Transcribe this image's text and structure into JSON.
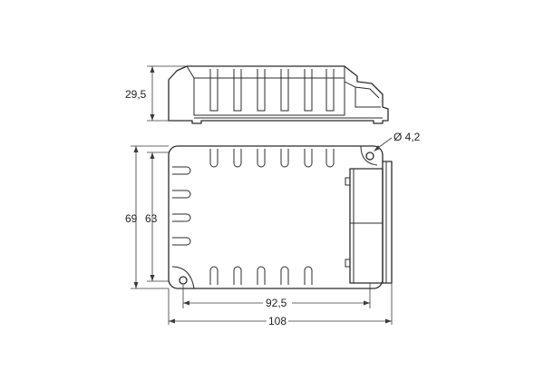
{
  "dimensions": {
    "side_height": "29,5",
    "hole_diameter": "Ø 4,2",
    "total_height": "69",
    "inner_height": "63",
    "hole_spacing": "92,5",
    "total_length": "108"
  },
  "colors": {
    "line": "#2b2b2b",
    "dimension": "#3a3a3a",
    "background": "#ffffff"
  }
}
